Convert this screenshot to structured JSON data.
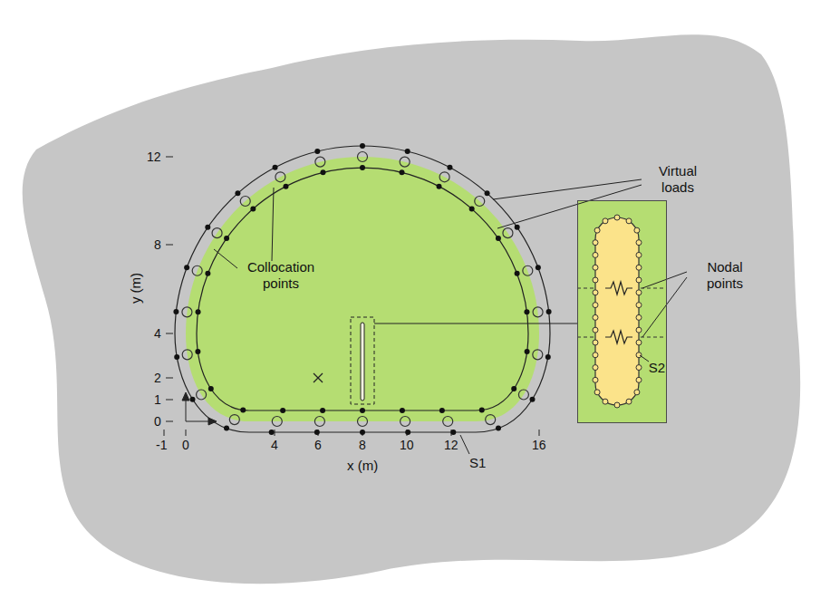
{
  "diagram": {
    "nodes": [
      {
        "text": [
          "S2"
        ]
      }
    ],
    "labels": [
      "12",
      "8",
      "4",
      "2",
      "1",
      "0",
      "-1",
      "0",
      "4",
      "6",
      "8",
      "10",
      "12",
      "16",
      "y (m)",
      "x (m)",
      "Virtual loads",
      "Collocation points",
      "Nodal points",
      "S1"
    ]
  }
}
